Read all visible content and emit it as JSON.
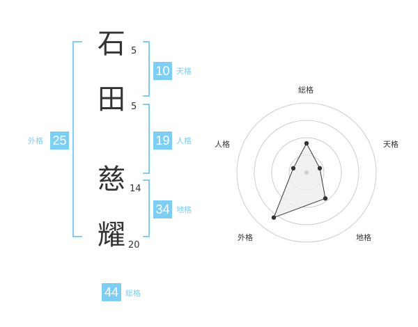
{
  "name": {
    "characters": [
      {
        "char": "石",
        "strokes": "5"
      },
      {
        "char": "田",
        "strokes": "5"
      },
      {
        "char": "慈",
        "strokes": "14"
      },
      {
        "char": "耀",
        "strokes": "20"
      }
    ]
  },
  "kaku": {
    "tenkaku": {
      "value": "10",
      "label": "天格"
    },
    "jinkaku": {
      "value": "19",
      "label": "人格"
    },
    "chikaku": {
      "value": "34",
      "label": "地格"
    },
    "gaikaku": {
      "value": "25",
      "label": "外格"
    },
    "soukaku": {
      "value": "44",
      "label": "総格"
    }
  },
  "chart_data": {
    "type": "radar",
    "axes": [
      "総格",
      "天格",
      "地格",
      "外格",
      "人格"
    ],
    "values": [
      2.1,
      1.0,
      2.3,
      4.0,
      1.0
    ],
    "max": 5,
    "rings": 4,
    "colors": {
      "accent": "#7ecef4",
      "fill": "#eeeeee",
      "grid": "#cccccc",
      "point": "#333333"
    }
  }
}
